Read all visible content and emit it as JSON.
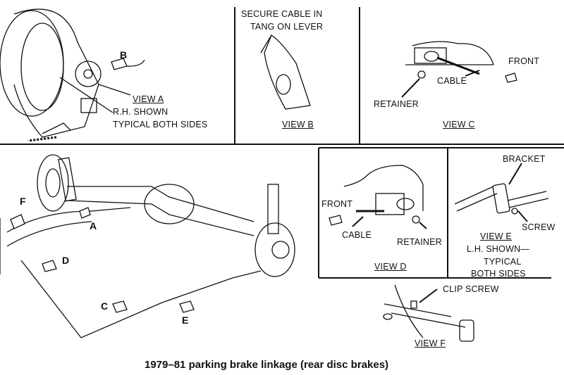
{
  "caption": "1979–81 parking brake linkage (rear disc brakes)",
  "view_a": {
    "title": "VIEW A",
    "note1": "R.H. SHOWN",
    "note2": "TYPICAL BOTH SIDES",
    "callout": "B"
  },
  "view_b": {
    "title": "VIEW B",
    "note1": "SECURE CABLE IN",
    "note2": "TANG ON LEVER"
  },
  "view_c": {
    "title": "VIEW C",
    "front": "FRONT",
    "cable": "CABLE",
    "retainer": "RETAINER"
  },
  "view_d": {
    "title": "VIEW D",
    "front": "FRONT",
    "cable": "CABLE",
    "retainer": "RETAINER"
  },
  "view_e": {
    "title": "VIEW E",
    "bracket": "BRACKET",
    "screw": "SCREW",
    "note1": "L.H. SHOWN—",
    "note2": "TYPICAL",
    "note3": "BOTH SIDES"
  },
  "view_f": {
    "title": "VIEW F",
    "clip_screw": "CLIP SCREW"
  },
  "main_callouts": [
    "F",
    "A",
    "D",
    "C",
    "E"
  ]
}
